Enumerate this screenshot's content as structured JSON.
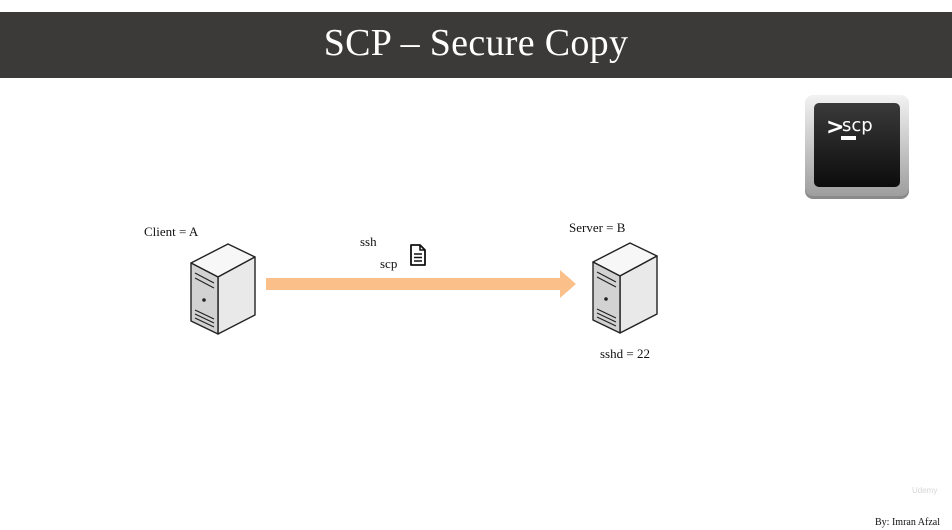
{
  "slide": {
    "title": "SCP – Secure Copy",
    "author": "By: Imran Afzal",
    "watermark": "Udemy"
  },
  "logo": {
    "prompt_glyph": ">",
    "text": "scp"
  },
  "client": {
    "label": "Client = A",
    "icon": "server-tower-icon"
  },
  "server": {
    "label": "Server = B",
    "port_label": "sshd = 22",
    "icon": "server-tower-icon"
  },
  "transfer": {
    "protocol_label": "ssh",
    "command_label": "scp",
    "file_icon": "document-icon",
    "arrow_color": "#fbbf8a"
  },
  "colors": {
    "title_bar": "#3b3a38",
    "title_text": "#ffffff",
    "arrow": "#fbbf8a"
  }
}
